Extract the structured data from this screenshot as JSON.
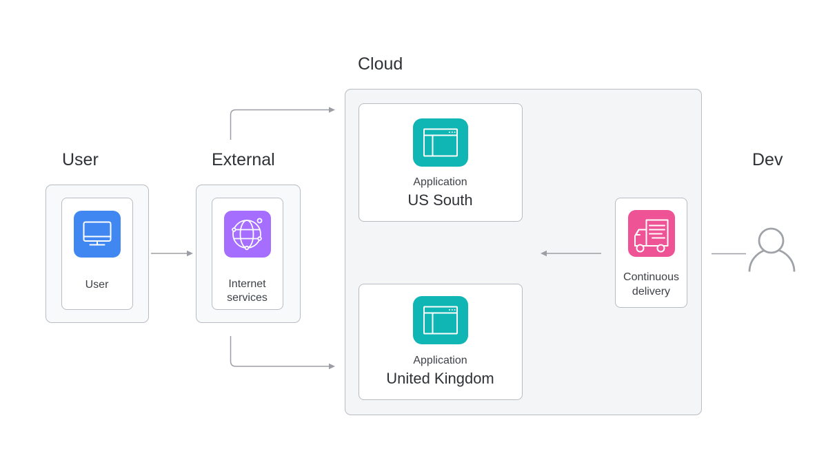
{
  "labels": {
    "user_zone": "User",
    "external_zone": "External",
    "cloud_zone": "Cloud",
    "dev_zone": "Dev"
  },
  "nodes": {
    "user": {
      "label": "User"
    },
    "internet_services": {
      "label": "Internet services"
    },
    "apps": [
      {
        "type": "Application",
        "region": "US South"
      },
      {
        "type": "Application",
        "region": "United Kingdom"
      }
    ],
    "continuous_delivery": {
      "label": "Continuous delivery"
    }
  },
  "icons": {
    "user_node": "monitor-icon",
    "internet_services_node": "globe-icon",
    "application_nodes": "application-icon",
    "continuous_delivery_node": "delivery-truck-icon",
    "dev": "person-icon"
  },
  "colors": {
    "user_icon_bg": "#4187f2",
    "internet_icon_bg": "#a56eff",
    "application_icon_bg": "#10b6b3",
    "delivery_icon_bg": "#ee5396",
    "group_fill": "#f8f9fb",
    "cloud_fill": "#f4f5f7",
    "border": "#b7bbc2",
    "connector": "#9b9ea4",
    "person": "#9fa2a7",
    "text_primary": "#2e3135",
    "text_secondary": "#3d4045"
  }
}
